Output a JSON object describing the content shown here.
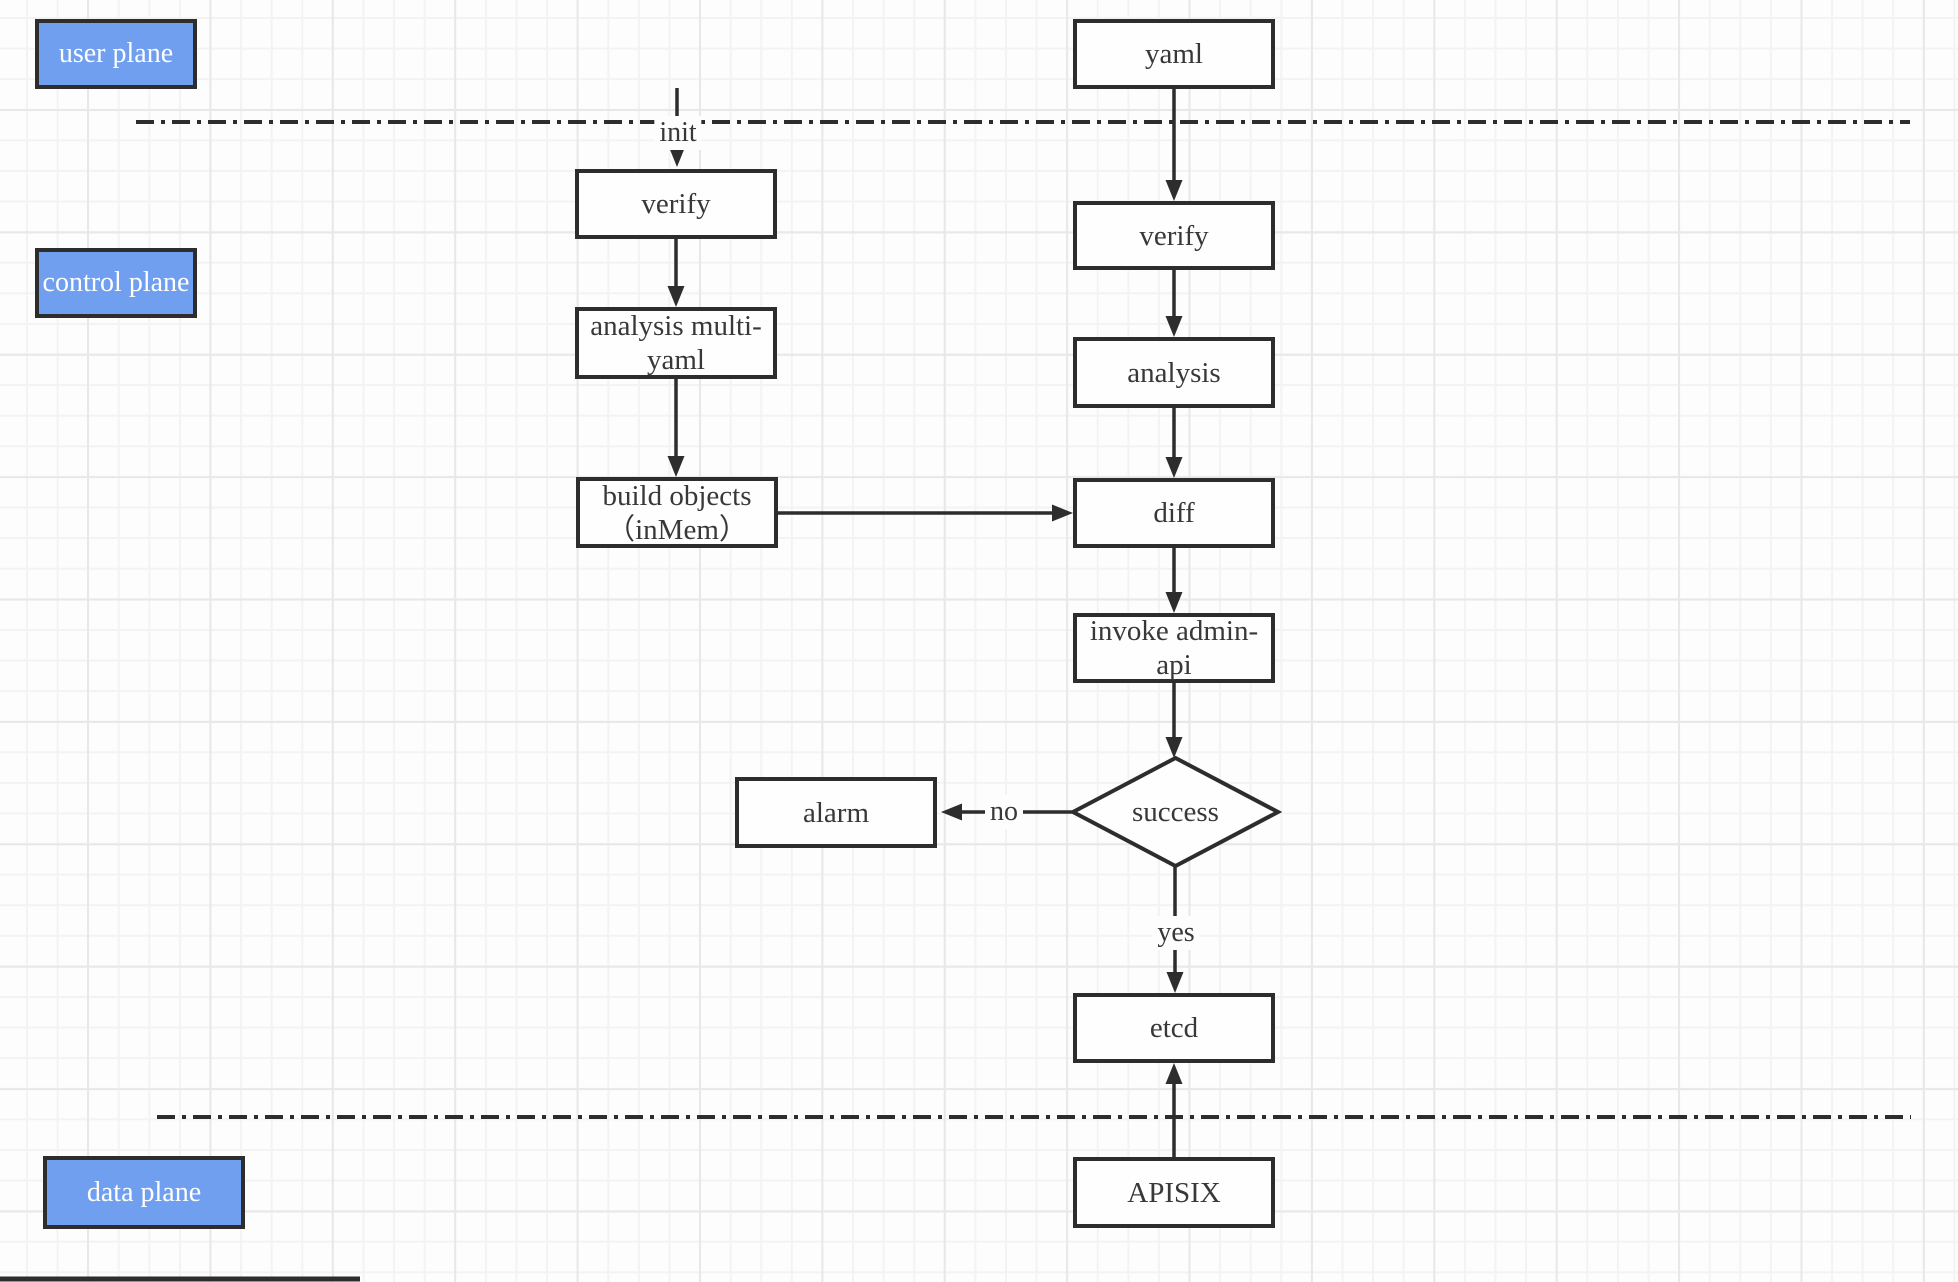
{
  "diagram": {
    "colors": {
      "bg": "#fdfdfd",
      "line": "#2d2d2d",
      "text": "#383838",
      "plane_fill": "#6f9fee",
      "plane_text": "#ffffff",
      "node_fill": "#fefefe"
    },
    "planes": {
      "user": {
        "label": "user plane"
      },
      "control": {
        "label": "control plane"
      },
      "data": {
        "label": "data plane"
      }
    },
    "nodes": {
      "yaml": {
        "lines": [
          "yaml"
        ]
      },
      "verify_right": {
        "lines": [
          "verify"
        ]
      },
      "analysis": {
        "lines": [
          "analysis"
        ]
      },
      "diff": {
        "lines": [
          "diff"
        ]
      },
      "invoke_admin_api": {
        "lines": [
          "invoke admin-",
          "api"
        ]
      },
      "success": {
        "lines": [
          "success"
        ]
      },
      "etcd": {
        "lines": [
          "etcd"
        ]
      },
      "apisix": {
        "lines": [
          "APISIX"
        ]
      },
      "verify_left": {
        "lines": [
          "verify"
        ]
      },
      "analysis_multi_yaml": {
        "lines": [
          "analysis multi-",
          "yaml"
        ]
      },
      "build_objects": {
        "lines": [
          "build objects",
          "（inMem）"
        ]
      },
      "alarm": {
        "lines": [
          "alarm"
        ]
      }
    },
    "edge_labels": {
      "init": "init",
      "no": "no",
      "yes": "yes"
    }
  }
}
